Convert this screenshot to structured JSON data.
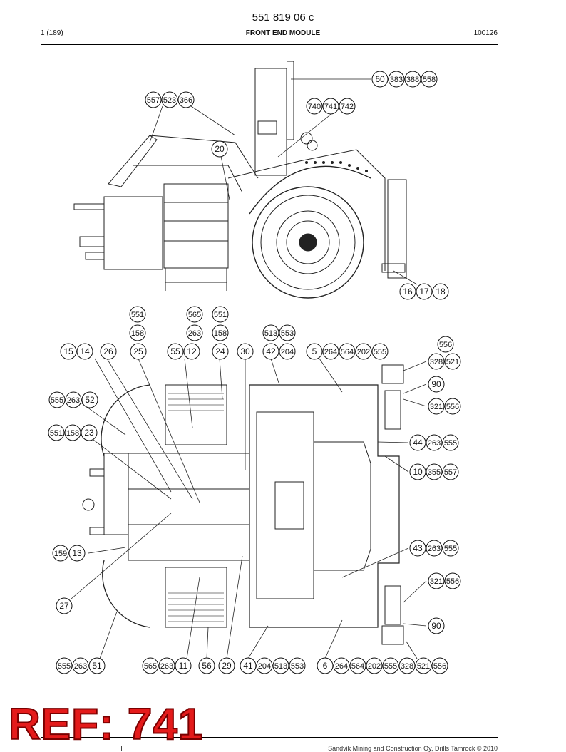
{
  "header": {
    "document_number": "551 819 06 c",
    "page": "1 (189)",
    "module_title": "FRONT END MODULE",
    "code": "100126"
  },
  "footer": {
    "ref_stamp": "REF: 741",
    "copyright": "Sandvik Mining and Construction Oy, Drills Tamrock © 2010",
    "ref_color": "#e41b1b"
  },
  "callouts": [
    {
      "id": "c60",
      "labels": [
        "60",
        "383",
        "388",
        "558"
      ]
    },
    {
      "id": "c557",
      "labels": [
        "557",
        "523",
        "366"
      ]
    },
    {
      "id": "c740",
      "labels": [
        "740",
        "741",
        "742"
      ]
    },
    {
      "id": "c20",
      "labels": [
        "20"
      ]
    },
    {
      "id": "c16",
      "labels": [
        "16",
        "17",
        "18"
      ]
    },
    {
      "id": "c551a",
      "labels": [
        "551"
      ]
    },
    {
      "id": "c565a",
      "labels": [
        "565"
      ]
    },
    {
      "id": "c551b",
      "labels": [
        "551"
      ]
    },
    {
      "id": "c158a",
      "labels": [
        "158"
      ]
    },
    {
      "id": "c263a",
      "labels": [
        "263"
      ]
    },
    {
      "id": "c158b",
      "labels": [
        "158"
      ]
    },
    {
      "id": "c513a",
      "labels": [
        "513",
        "553"
      ]
    },
    {
      "id": "c556a",
      "labels": [
        "556"
      ]
    },
    {
      "id": "c15",
      "labels": [
        "15",
        "14"
      ]
    },
    {
      "id": "c26",
      "labels": [
        "26"
      ]
    },
    {
      "id": "c25",
      "labels": [
        "25"
      ]
    },
    {
      "id": "c55",
      "labels": [
        "55",
        "12"
      ]
    },
    {
      "id": "c24",
      "labels": [
        "24"
      ]
    },
    {
      "id": "c30",
      "labels": [
        "30"
      ]
    },
    {
      "id": "c42",
      "labels": [
        "42",
        "204"
      ]
    },
    {
      "id": "c5",
      "labels": [
        "5",
        "264",
        "564",
        "202",
        "555"
      ]
    },
    {
      "id": "c328a",
      "labels": [
        "328",
        "521"
      ]
    },
    {
      "id": "c90a",
      "labels": [
        "90"
      ]
    },
    {
      "id": "c555a",
      "labels": [
        "555",
        "263",
        "52"
      ]
    },
    {
      "id": "c321a",
      "labels": [
        "321",
        "556"
      ]
    },
    {
      "id": "c551c",
      "labels": [
        "551",
        "158",
        "23"
      ]
    },
    {
      "id": "c44",
      "labels": [
        "44",
        "263",
        "555"
      ]
    },
    {
      "id": "c10",
      "labels": [
        "10",
        "355",
        "557"
      ]
    },
    {
      "id": "c159",
      "labels": [
        "159",
        "13"
      ]
    },
    {
      "id": "c43",
      "labels": [
        "43",
        "263",
        "555"
      ]
    },
    {
      "id": "c321b",
      "labels": [
        "321",
        "556"
      ]
    },
    {
      "id": "c27",
      "labels": [
        "27"
      ]
    },
    {
      "id": "c90b",
      "labels": [
        "90"
      ]
    },
    {
      "id": "c555b",
      "labels": [
        "555",
        "263",
        "51"
      ]
    },
    {
      "id": "c565b",
      "labels": [
        "565",
        "263",
        "11"
      ]
    },
    {
      "id": "c56",
      "labels": [
        "56"
      ]
    },
    {
      "id": "c29",
      "labels": [
        "29"
      ]
    },
    {
      "id": "c41",
      "labels": [
        "41",
        "204",
        "513",
        "553"
      ]
    },
    {
      "id": "c6",
      "labels": [
        "6",
        "264",
        "564",
        "202",
        "555",
        "328",
        "521",
        "556"
      ]
    }
  ]
}
